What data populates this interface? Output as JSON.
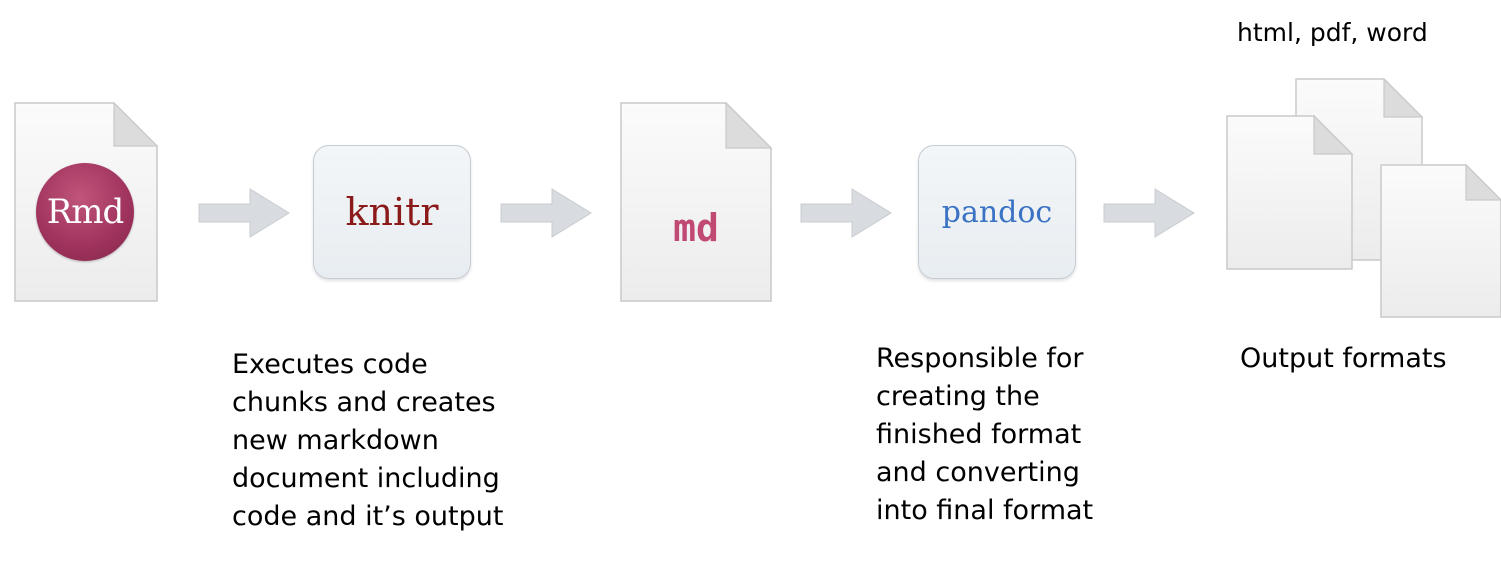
{
  "nodes": {
    "rmd": {
      "label": "Rmd",
      "badge_color": "#a13560"
    },
    "knitr": {
      "label": "knitr",
      "color": "#8b1a1a"
    },
    "md": {
      "label": "md",
      "color": "#c04a74"
    },
    "pandoc": {
      "label": "pandoc",
      "color": "#3a72c4"
    },
    "outputs": {
      "label": "html, pdf, word"
    }
  },
  "captions": {
    "knitr": [
      "Executes code",
      "chunks and creates",
      "new markdown",
      "document including",
      "code and it’s output"
    ],
    "pandoc": [
      "Responsible for",
      "creating the",
      "finished format",
      "and converting",
      "into final format"
    ],
    "outputs": [
      "Output formats"
    ]
  },
  "colors": {
    "arrow": "#d5d8dc",
    "page": "#f4f4f4",
    "page_border": "#c9c9c9",
    "toolbox_border": "#c6ccd3"
  }
}
